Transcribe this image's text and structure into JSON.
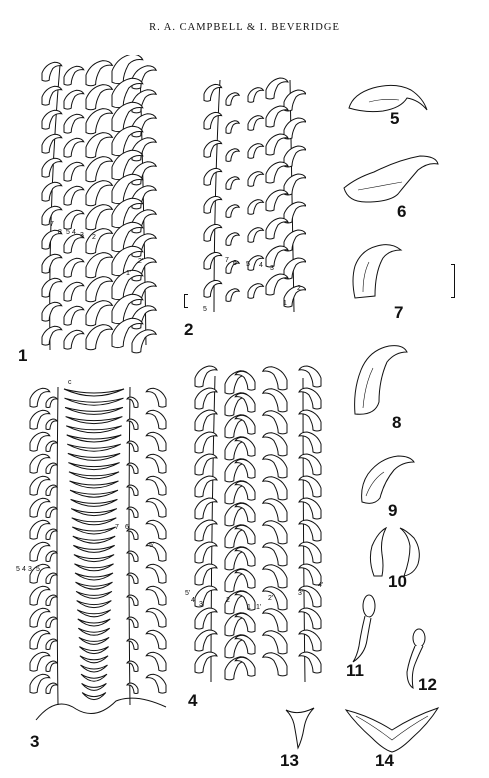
{
  "header": {
    "authors": "R. A. CAMPBELL & I. BEVERIDGE"
  },
  "figures": [
    {
      "id": "1",
      "label": "1"
    },
    {
      "id": "2",
      "label": "2"
    },
    {
      "id": "3",
      "label": "3"
    },
    {
      "id": "4",
      "label": "4"
    },
    {
      "id": "5",
      "label": "5"
    },
    {
      "id": "6",
      "label": "6"
    },
    {
      "id": "7",
      "label": "7"
    },
    {
      "id": "8",
      "label": "8"
    },
    {
      "id": "9",
      "label": "9"
    },
    {
      "id": "10",
      "label": "10"
    },
    {
      "id": "11",
      "label": "11"
    },
    {
      "id": "12",
      "label": "12"
    },
    {
      "id": "13",
      "label": "13"
    },
    {
      "id": "14",
      "label": "14"
    }
  ],
  "annotations": {
    "fig1": [
      "8",
      "5",
      "4",
      "3",
      "2",
      "7",
      "1'",
      "2'"
    ],
    "fig2": [
      "5",
      "7",
      "6",
      "5",
      "4",
      "3",
      "1",
      "2"
    ],
    "fig3": [
      "c",
      "7",
      "6",
      "5'",
      "5",
      "4",
      "3",
      "5"
    ],
    "fig4": [
      "5'",
      "4",
      "3'",
      "2",
      "1",
      "1'",
      "2'",
      "3'",
      "4'"
    ]
  }
}
